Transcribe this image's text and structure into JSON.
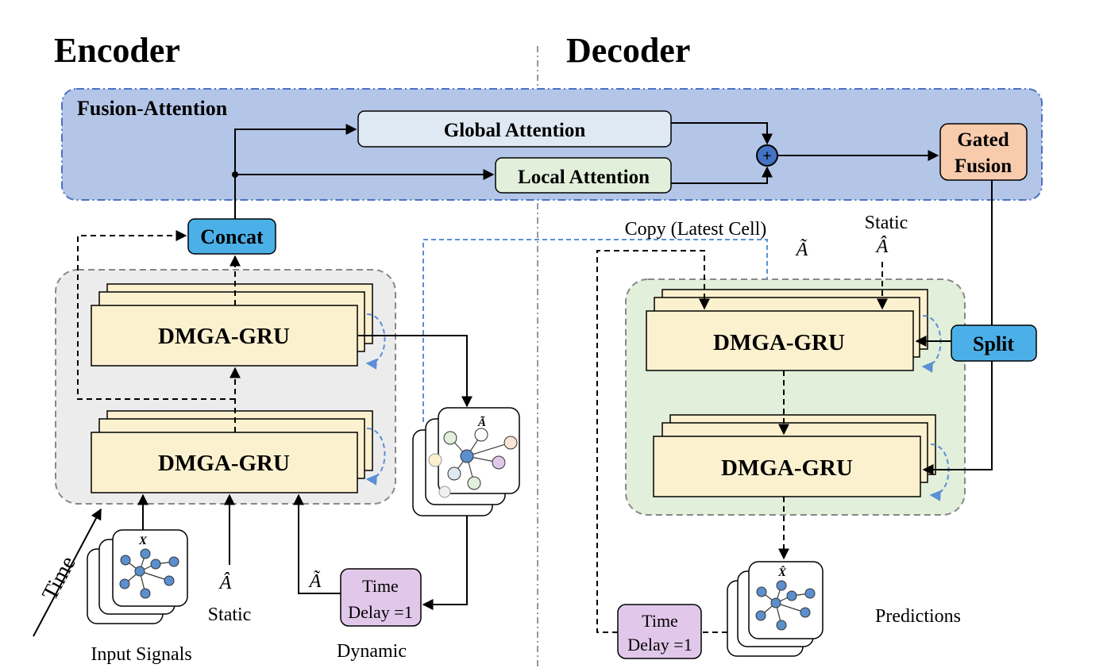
{
  "headings": {
    "encoder": "Encoder",
    "decoder": "Decoder"
  },
  "fusion": {
    "title": "Fusion-Attention",
    "global_attention": "Global Attention",
    "local_attention": "Local Attention",
    "plus": "+",
    "gated_fusion_line1": "Gated",
    "gated_fusion_line2": "Fusion"
  },
  "encoder": {
    "concat": "Concat",
    "gru_top": "DMGA-GRU",
    "gru_bottom": "DMGA-GRU",
    "time_label": "Time",
    "input_graph_label": "X",
    "input_signals": "Input Signals",
    "static_symbol": "Â",
    "static_label": "Static",
    "dynamic_symbol": "Ã",
    "dynamic_label": "Dynamic",
    "dynamic_graph_label": "Ã",
    "delay_line1": "Time",
    "delay_line2": "Delay =1"
  },
  "decoder": {
    "copy_label": "Copy (Latest Cell)",
    "dynamic_symbol": "Ã",
    "static_label": "Static",
    "static_symbol": "Â",
    "gru_top": "DMGA-GRU",
    "gru_bottom": "DMGA-GRU",
    "split": "Split",
    "prediction_graph_label": "X̂",
    "predictions": "Predictions",
    "delay_line1": "Time",
    "delay_line2": "Delay =1"
  },
  "colors": {
    "fusion_bg": "#b4c6e7",
    "fusion_border": "#4a72c4",
    "global_attention": "#dfe9f3",
    "local_attention": "#e2efda",
    "gated_fusion": "#f8cbad",
    "concat_split": "#4cb0e8",
    "gru_fill": "#fcf1cf",
    "encoder_panel": "#ececec",
    "decoder_panel": "#e2efda",
    "delay_fill": "#e1c8ea",
    "node_blue": "#5b8fcd",
    "recurrent_arrow": "#4a7fd0"
  }
}
